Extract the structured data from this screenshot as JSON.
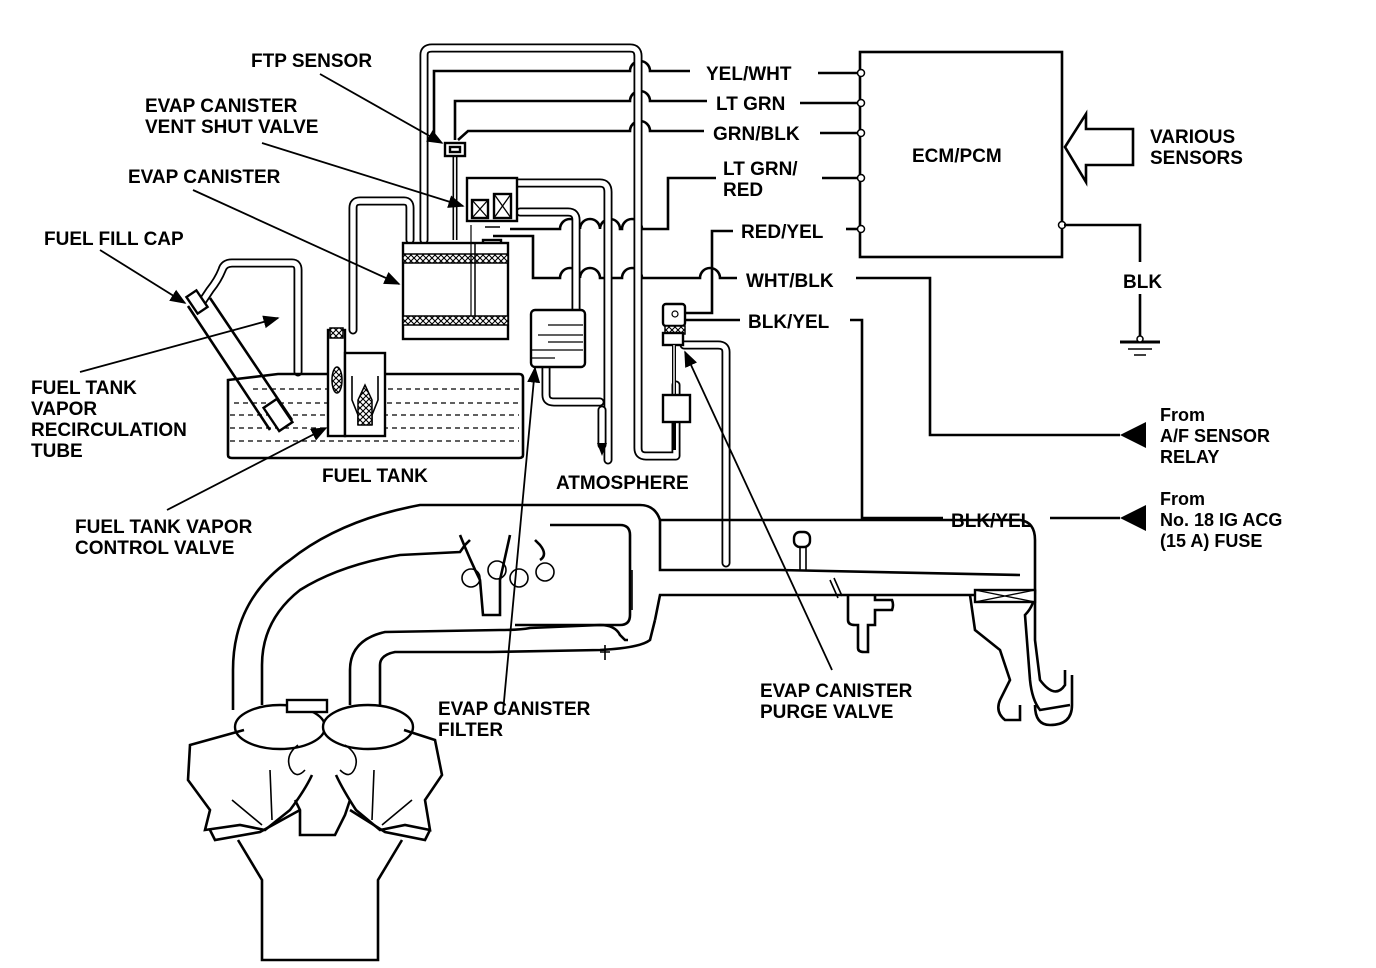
{
  "title": "EVAP system diagram",
  "colors": {
    "line": "#000000",
    "background": "#ffffff"
  },
  "components": {
    "ftp_sensor": "FTP SENSOR",
    "vent_shut_valve": [
      "EVAP CANISTER",
      "VENT SHUT VALVE"
    ],
    "evap_canister": "EVAP CANISTER",
    "fuel_fill_cap": "FUEL FILL CAP",
    "recirculation_tube": [
      "FUEL TANK",
      "VAPOR",
      "RECIRCULATION",
      "TUBE"
    ],
    "fuel_tank": "FUEL TANK",
    "vapor_control_valve": [
      "FUEL TANK VAPOR",
      "CONTROL VALVE"
    ],
    "atmosphere": "ATMOSPHERE",
    "canister_filter": [
      "EVAP CANISTER",
      "FILTER"
    ],
    "purge_valve": [
      "EVAP CANISTER",
      "PURGE VALVE"
    ],
    "ecm": "ECM/PCM",
    "various_sensors": [
      "VARIOUS",
      "SENSORS"
    ]
  },
  "wires": {
    "yel_wht": "YEL/WHT",
    "lt_grn": "LT GRN",
    "grn_blk": "GRN/BLK",
    "lt_grn_red": [
      "LT GRN/",
      "RED"
    ],
    "red_yel": "RED/YEL",
    "wht_blk": "WHT/BLK",
    "blk_yel_upper": "BLK/YEL",
    "blk_yel_lower": "BLK/YEL",
    "blk": "BLK"
  },
  "sources": {
    "af_relay": [
      "From",
      "A/F SENSOR",
      "RELAY"
    ],
    "fuse": [
      "From",
      "No. 18 IG ACG",
      "(15 A) FUSE"
    ]
  },
  "icons": {
    "ground": "ground-symbol",
    "input_arrow": "hollow-arrow-left",
    "source_arrow": "filled-triangle-left"
  }
}
